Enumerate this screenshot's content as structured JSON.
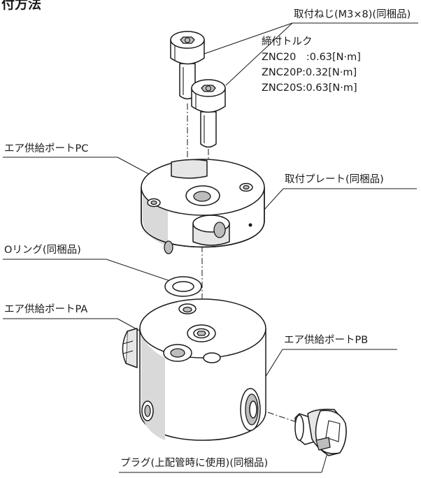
{
  "title": "付方法",
  "labels": {
    "screw": "取付ねじ(M3×8)(同梱品)",
    "torque_heading": "締付トルク",
    "torque_znc20": "ZNC20　:0.63[N·m]",
    "torque_znc20p": "ZNC20P:0.32[N·m]",
    "torque_znc20s": "ZNC20S:0.63[N·m]",
    "port_pc": "エア供給ポートPC",
    "mounting_plate": "取付プレート(同梱品)",
    "o_ring": "Oリング(同梱品)",
    "port_pa": "エア供給ポートPA",
    "port_pb": "エア供給ポートPB",
    "plug": "プラグ(上配管時に使用)(同梱品)"
  }
}
